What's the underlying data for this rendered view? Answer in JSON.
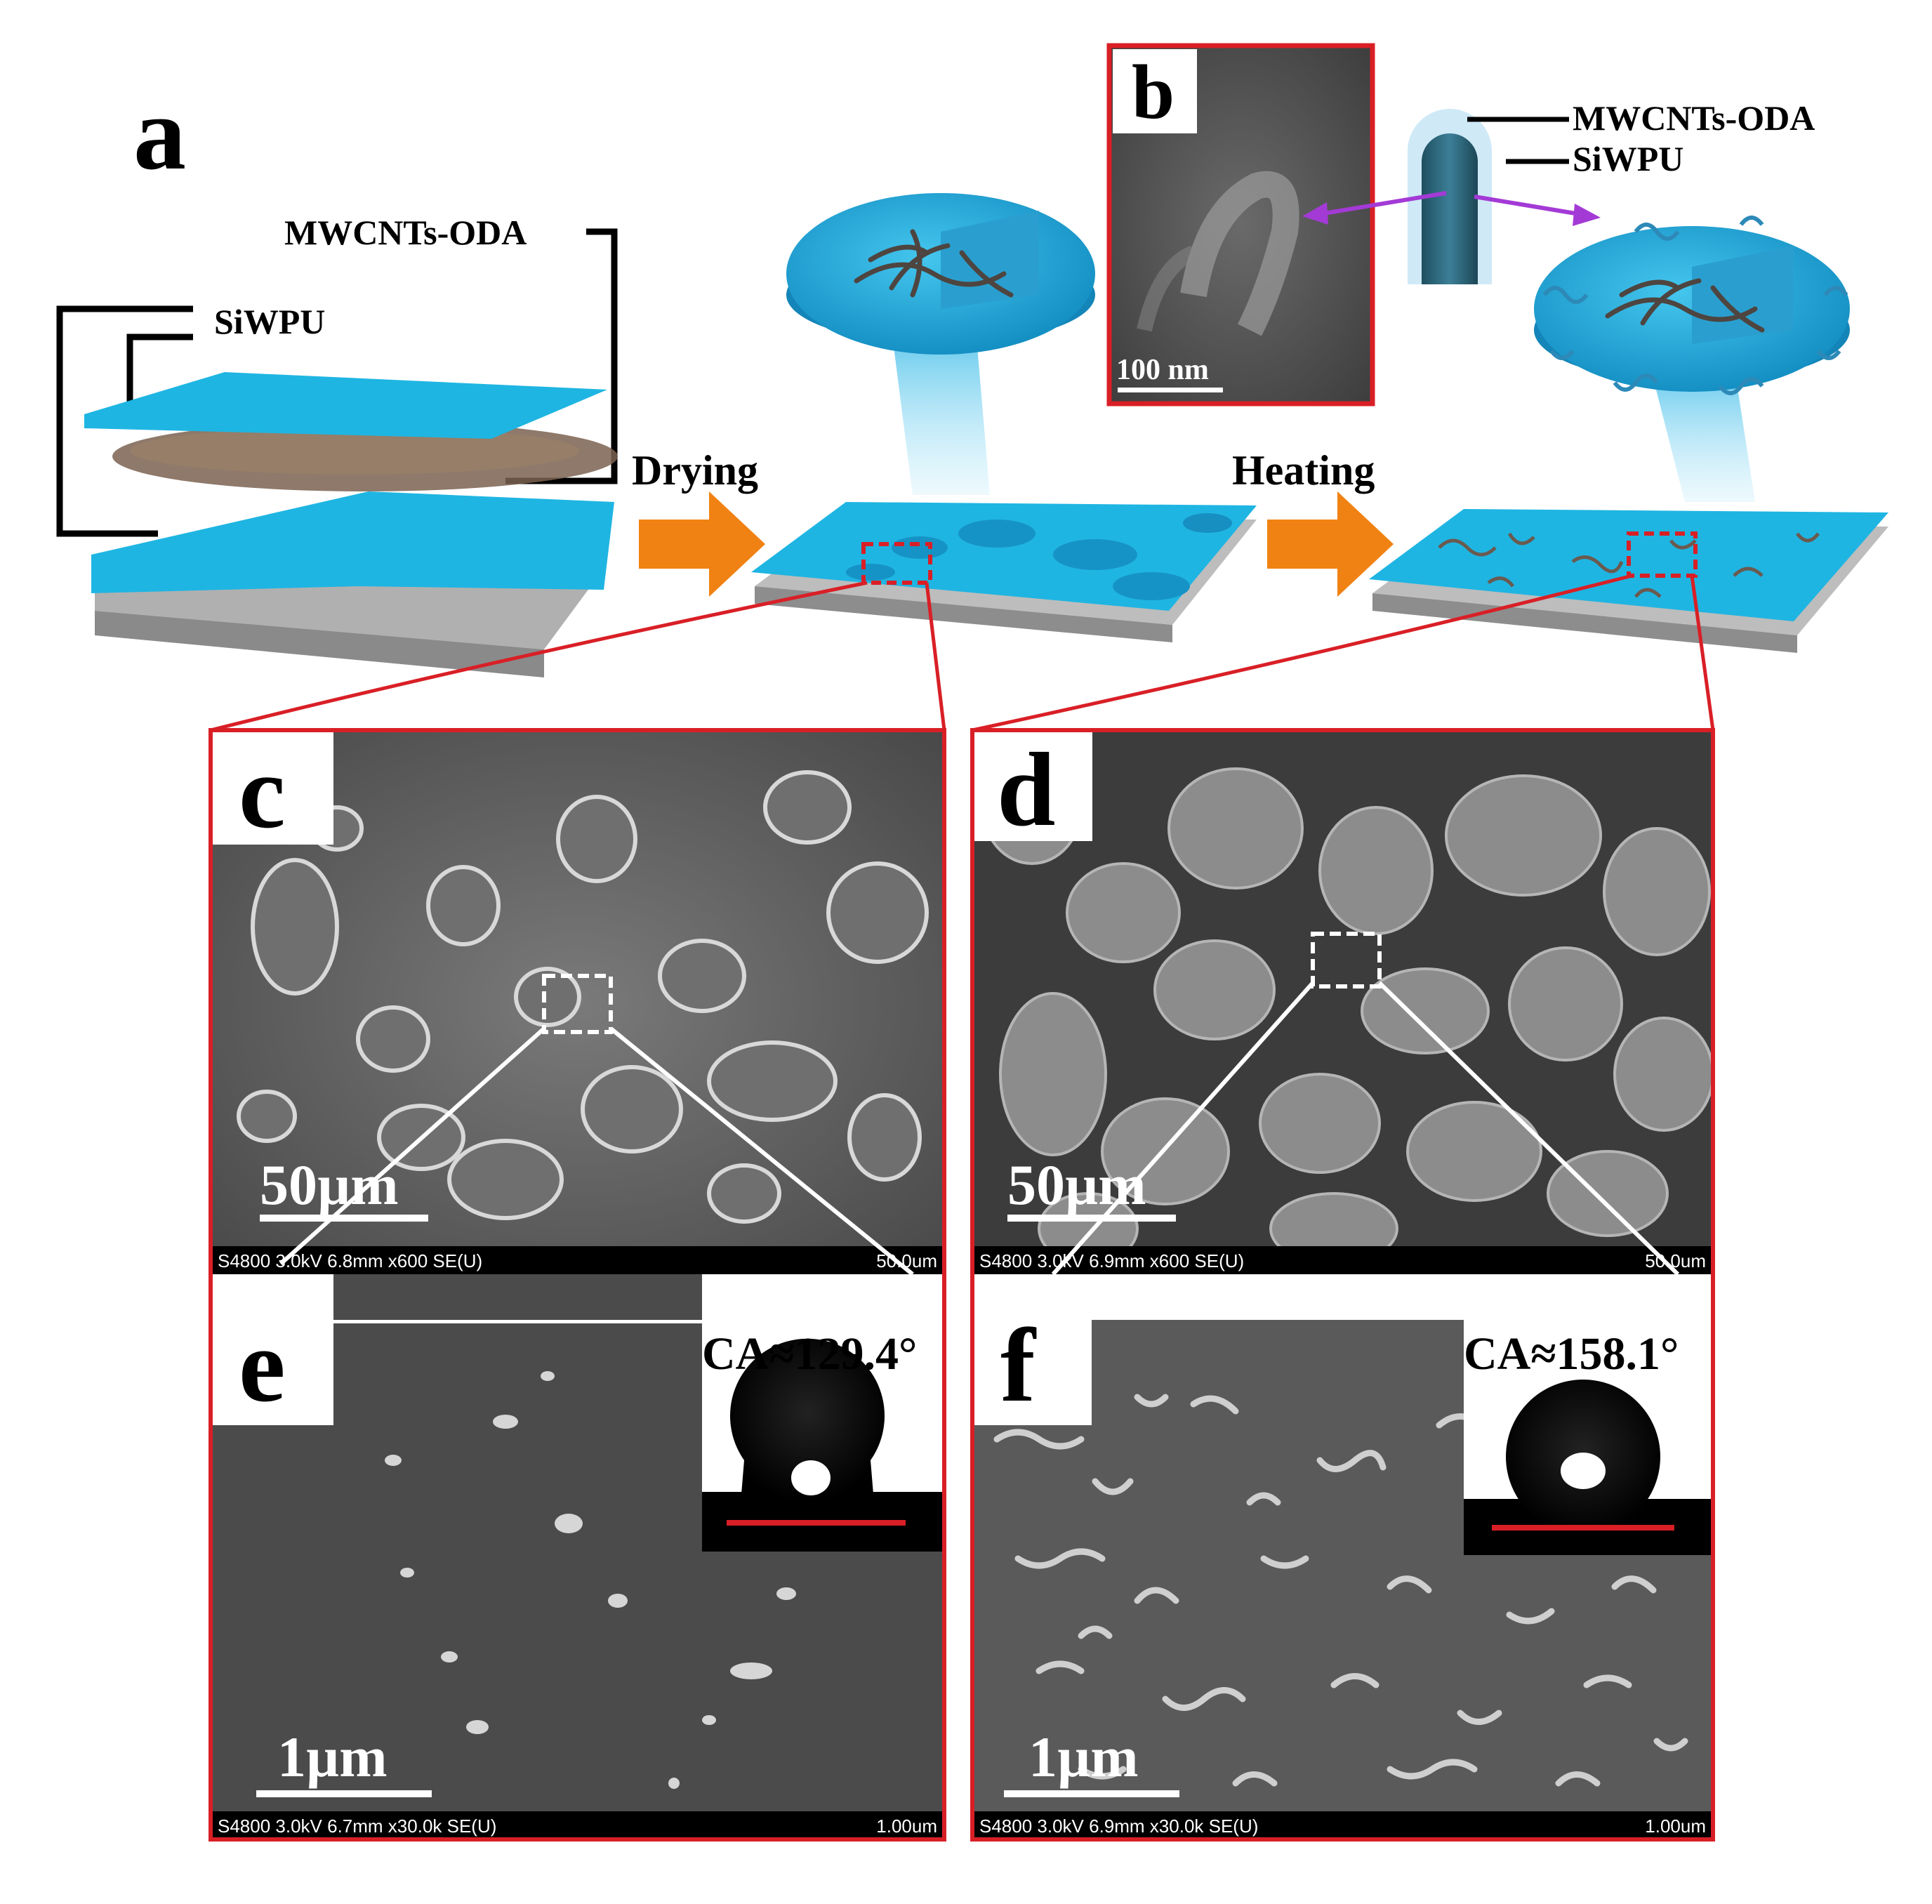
{
  "colors": {
    "accent_red": "#d91f26",
    "coating_blue": "#1fb3df",
    "arrow_orange": "#f08213",
    "pointer_purple": "#a33ad6",
    "substrate_gray": "#a9a9a9"
  },
  "panel_a": {
    "letter": "a",
    "label_mwcnts": "MWCNTs-ODA",
    "label_siwpu": "SiWPU",
    "step1": "Drying",
    "step2": "Heating"
  },
  "panel_b": {
    "letter": "b",
    "scale": "100 nm",
    "label_mwcnts": "MWCNTs-ODA",
    "label_siwpu": "SiWPU"
  },
  "panel_c": {
    "letter": "c",
    "scale": "50µm",
    "info": "S4800 3.0kV 6.8mm x600 SE(U)",
    "info_scale": "50.0um"
  },
  "panel_d": {
    "letter": "d",
    "scale": "50µm",
    "info": "S4800 3.0kV 6.9mm x600 SE(U)",
    "info_scale": "50.0um"
  },
  "panel_e": {
    "letter": "e",
    "scale": "1µm",
    "contact_angle": "CA≈129.4°",
    "info": "S4800 3.0kV 6.7mm x30.0k SE(U)",
    "info_scale": "1.00um"
  },
  "panel_f": {
    "letter": "f",
    "scale": "1µm",
    "contact_angle": "CA≈158.1°",
    "info": "S4800 3.0kV 6.9mm x30.0k SE(U)",
    "info_scale": "1.00um"
  }
}
